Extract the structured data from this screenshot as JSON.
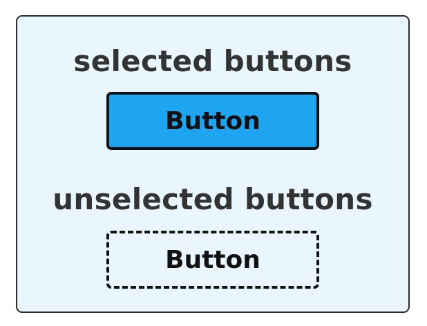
{
  "selected_section": {
    "heading": "selected buttons",
    "button_label": "Button"
  },
  "unselected_section": {
    "heading": "unselected buttons",
    "button_label": "Button"
  },
  "colors": {
    "panel_background": "#e9f6fe",
    "selected_button_fill": "#1ea5f1",
    "border": "#111111",
    "heading_text": "#333333"
  }
}
